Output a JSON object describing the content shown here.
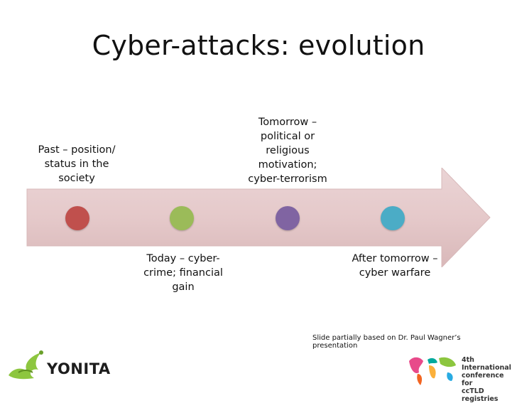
{
  "slide": {
    "title": "Cyber-attacks: evolution",
    "timeline": {
      "stages": [
        {
          "label": "Past – position/ status in the society",
          "color": "#c0504d"
        },
        {
          "label": "Today – cyber-crime;  financial gain",
          "color": "#9bbb59"
        },
        {
          "label": "Tomorrow – political or religious motivation; cyber-terrorism",
          "color": "#8064a2"
        },
        {
          "label": "After tomorrow – cyber warfare",
          "color": "#4bacc6"
        }
      ],
      "arrow_color": "#e6cbcc"
    },
    "credit": "Slide partially based on Dr. Paul Wagner’s presentation",
    "logos": {
      "left_brand": "YONITA",
      "left_brand_color": "#8dc63f",
      "right_conference": [
        "4th International",
        "conference for",
        "ccTLD registries"
      ]
    }
  }
}
